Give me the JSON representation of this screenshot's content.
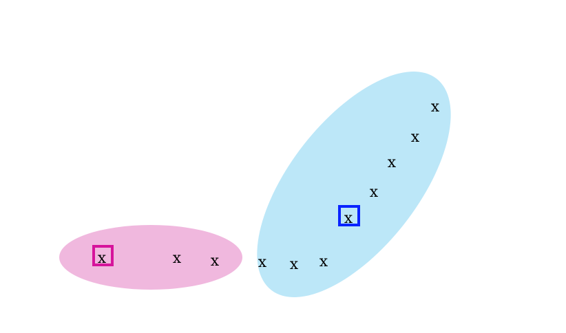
{
  "diagram": {
    "point_glyph": "x",
    "colors": {
      "cluster_a_fill": "#f0b8de",
      "cluster_b_fill": "#bce7f8",
      "cluster_a_center_marker": "#d6149b",
      "cluster_b_center_marker": "#0a24ff"
    },
    "clusters": [
      {
        "id": "cluster-a",
        "point_count": 3,
        "center_marker": "square"
      },
      {
        "id": "cluster-b",
        "point_count": 8,
        "center_marker": "square"
      }
    ]
  }
}
